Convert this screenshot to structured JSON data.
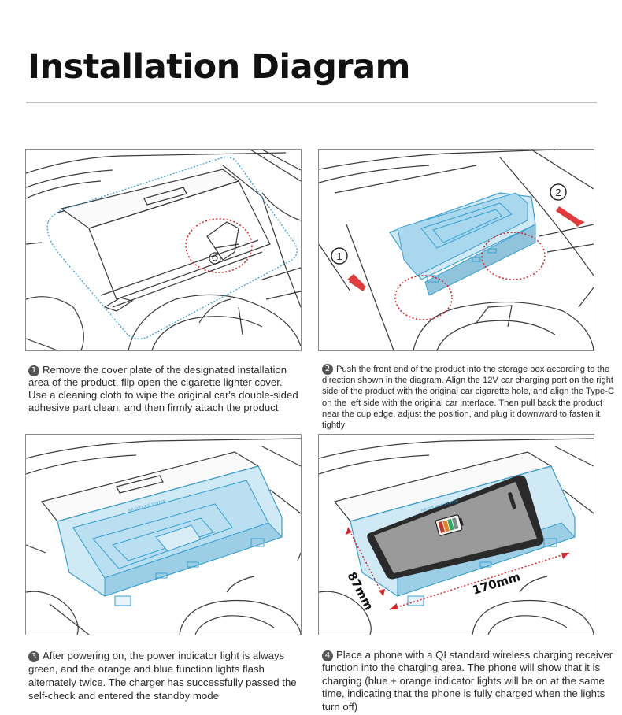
{
  "title": "Installation Diagram",
  "colors": {
    "product_blue": "#8fd0ea",
    "outline_blue": "#3a9fd0",
    "marker_red": "#d9232a",
    "accent_arrow": "#e03a3a"
  },
  "steps": [
    {
      "number": "1",
      "text": "Remove the cover plate of the designated installation area of the product, flip open the cigarette lighter cover. Use a cleaning cloth to wipe the original car's double-sided adhesive part clean, and then firmly attach the product"
    },
    {
      "number": "2",
      "text": "Push the front end of the product into the storage box according to the direction shown in the diagram. Align the 12V car charging port on the right side of the product with the original car cigarette hole, and align the Type-C on the left side with the original car interface. Then pull back the product near the cup edge, adjust the position, and plug it downward to fasten it tightly"
    },
    {
      "number": "3",
      "text": "After powering on, the power indicator light is always green, and the orange and blue function lights flash alternately twice. The charger has successfully passed the self-check and entered the standby mode"
    },
    {
      "number": "4",
      "text": "Place a phone with a QI standard wireless charging receiver function into the charging area. The phone will show that it is charging (blue + orange indicator lights will be on at the same time, indicating that the phone is fully charged when the lights turn off)"
    }
  ],
  "diagram2": {
    "arrow_label_1": "1",
    "arrow_label_2": "2"
  },
  "diagram3": {
    "pad_label": "AIR COOLING SYSTEM"
  },
  "diagram4": {
    "pad_label": "AIR COOLING SYSTEM",
    "dim_height": "87mm",
    "dim_width": "170mm"
  },
  "icons": [
    "step-number-icon",
    "battery-icon",
    "arrow-icon",
    "fan-icon"
  ]
}
